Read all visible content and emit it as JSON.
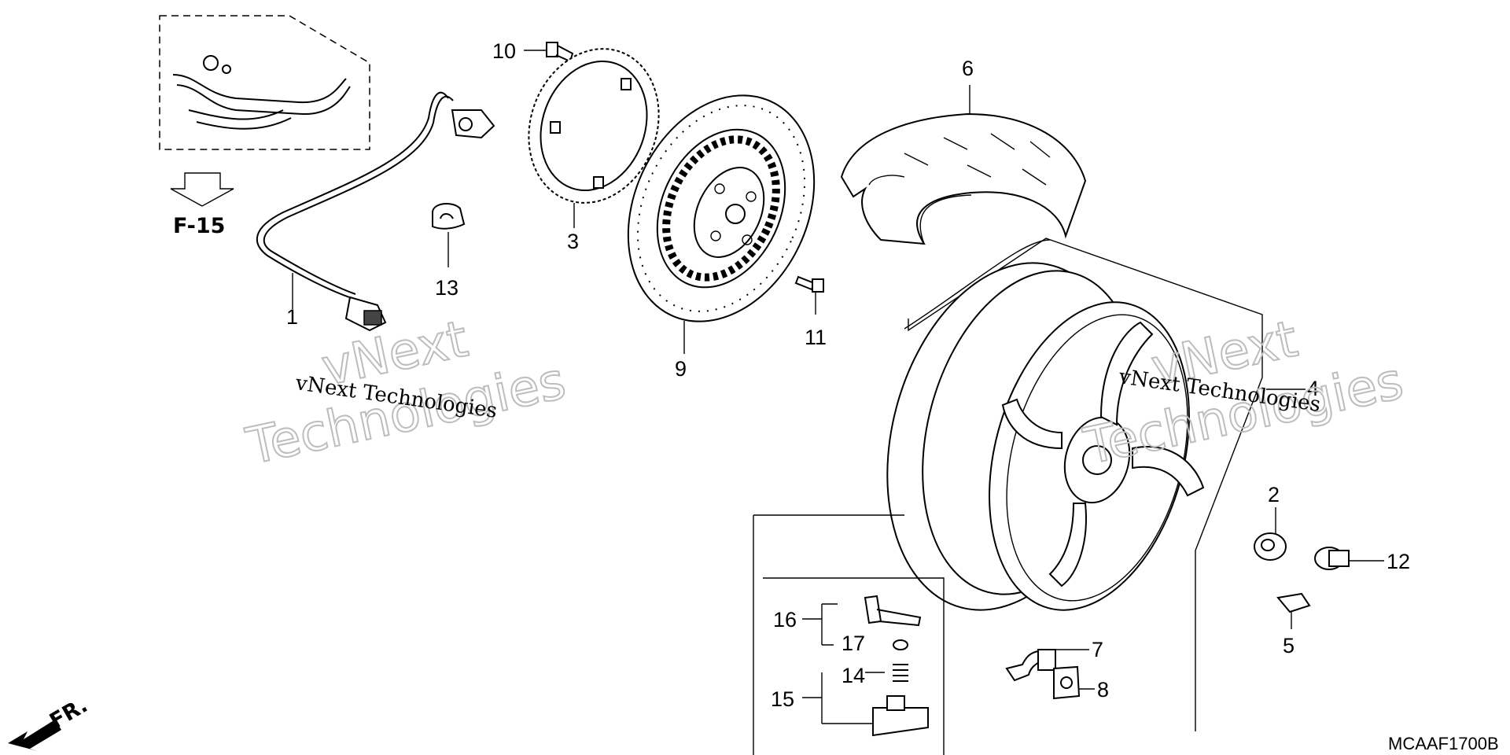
{
  "diagram": {
    "section_ref": "F-15",
    "front_label": "FR.",
    "drawing_code": "MCAAF1700B",
    "callouts": [
      "1",
      "2",
      "3",
      "4",
      "5",
      "6",
      "7",
      "8",
      "9",
      "10",
      "11",
      "12",
      "13",
      "14",
      "15",
      "16",
      "17"
    ],
    "watermark": {
      "line1": "vNext Technologies",
      "outline_word1": "vNext",
      "outline_word2": "Technologies"
    }
  }
}
